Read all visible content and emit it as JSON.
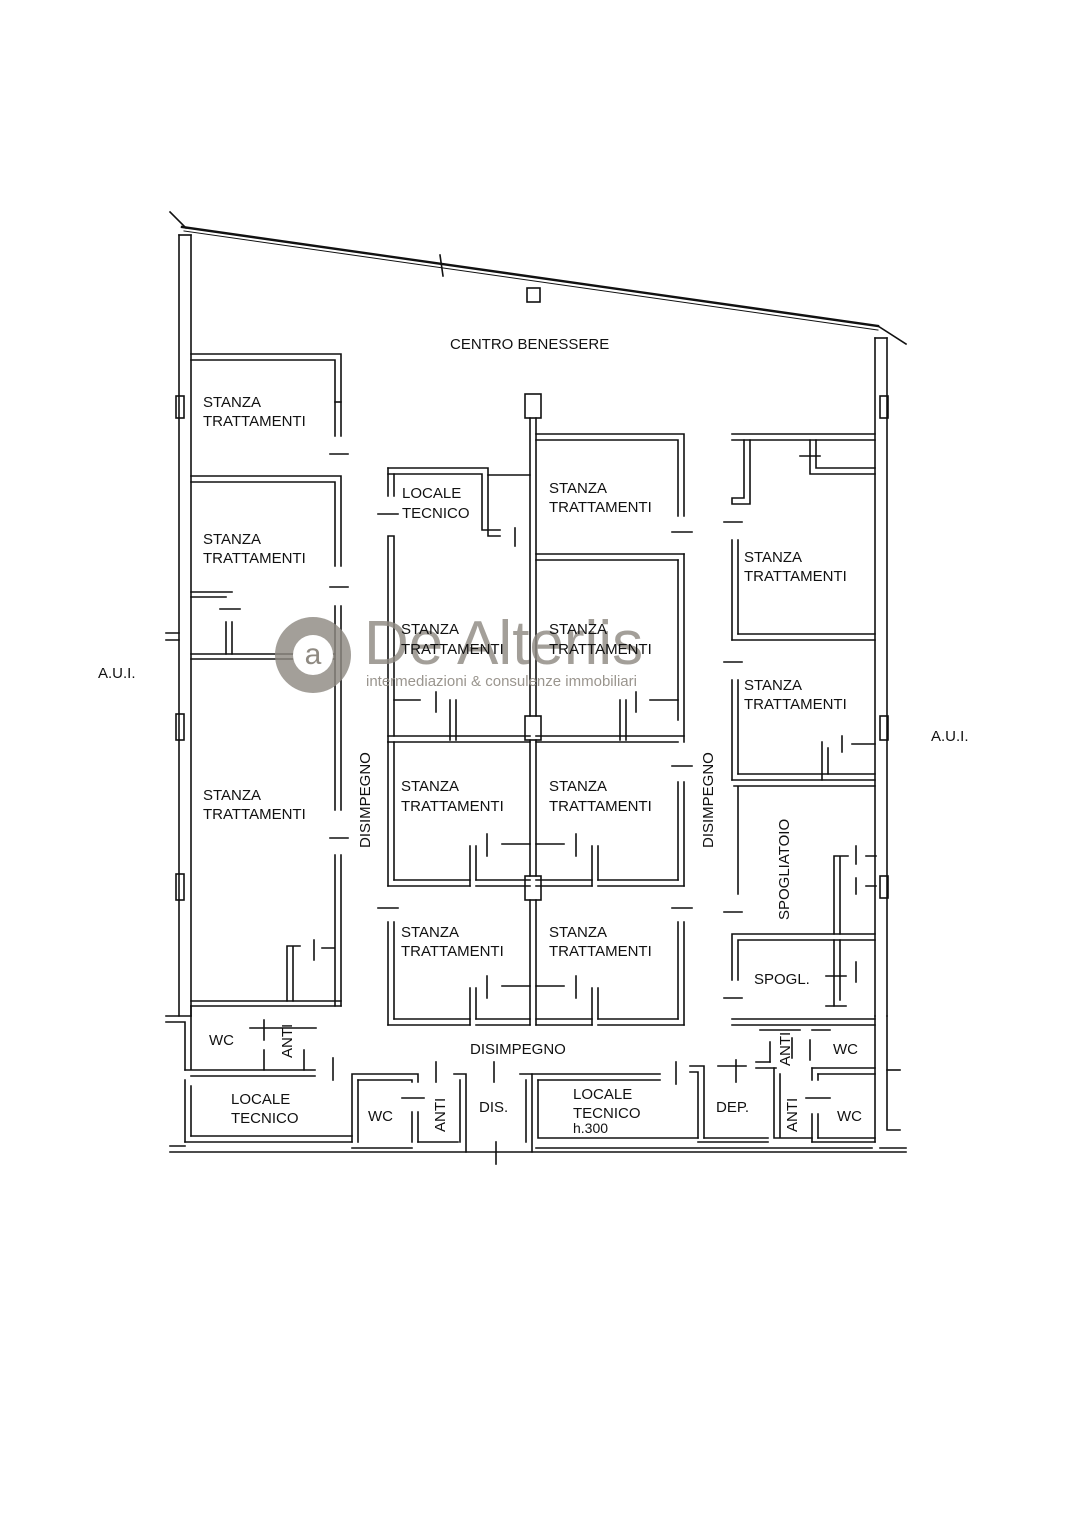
{
  "plan": {
    "colors": {
      "wall": "#111111",
      "watermark": "#8f8a82"
    },
    "labels": {
      "main_area": "CENTRO BENESSERE",
      "room_trattamenti_1": [
        "STANZA",
        "TRATTAMENTI"
      ],
      "room_trattamenti_2": [
        "STANZA",
        "TRATTAMENTI"
      ],
      "room_trattamenti_3": [
        "STANZA",
        "TRATTAMENTI"
      ],
      "room_trattamenti_4": [
        "STANZA",
        "TRATTAMENTI"
      ],
      "room_trattamenti_5": [
        "STANZA",
        "TRATTAMENTI"
      ],
      "room_trattamenti_6": [
        "STANZA",
        "TRATTAMENTI"
      ],
      "room_trattamenti_7": [
        "STANZA",
        "TRATTAMENTI"
      ],
      "room_trattamenti_8": [
        "STANZA",
        "TRATTAMENTI"
      ],
      "room_trattamenti_9": [
        "STANZA",
        "TRATTAMENTI"
      ],
      "room_trattamenti_10": [
        "STANZA",
        "TRATTAMENTI"
      ],
      "room_trattamenti_11": [
        "STANZA",
        "TRATTAMENTI"
      ],
      "room_trattamenti_12": [
        "STANZA",
        "TRATTAMENTI"
      ],
      "locale_tecnico_top": [
        "LOCALE",
        "TECNICO"
      ],
      "locale_tecnico_left": [
        "LOCALE",
        "TECNICO"
      ],
      "locale_tecnico_center": [
        "LOCALE",
        "TECNICO",
        "h.300"
      ],
      "disimpegno_left": "DISIMPEGNO",
      "disimpegno_right": "DISIMPEGNO",
      "disimpegno_bottom": "DISIMPEGNO",
      "spogliatoio": "SPOGLIATOIO",
      "spogl": "SPOGL.",
      "wc_1": "WC",
      "wc_2": "WC",
      "wc_3": "WC",
      "wc_4": "WC",
      "anti_1": "ANTI",
      "anti_2": "ANTI",
      "anti_3": "ANTI",
      "anti_4": "ANTI",
      "dis": "DIS.",
      "dep": "DEP.",
      "aui_left": "A.U.I.",
      "aui_right": "A.U.I."
    },
    "watermark": {
      "logo_letter": "a",
      "name": "De Alteriis",
      "tagline": "intermediazioni & consulenze immobiliari"
    }
  }
}
